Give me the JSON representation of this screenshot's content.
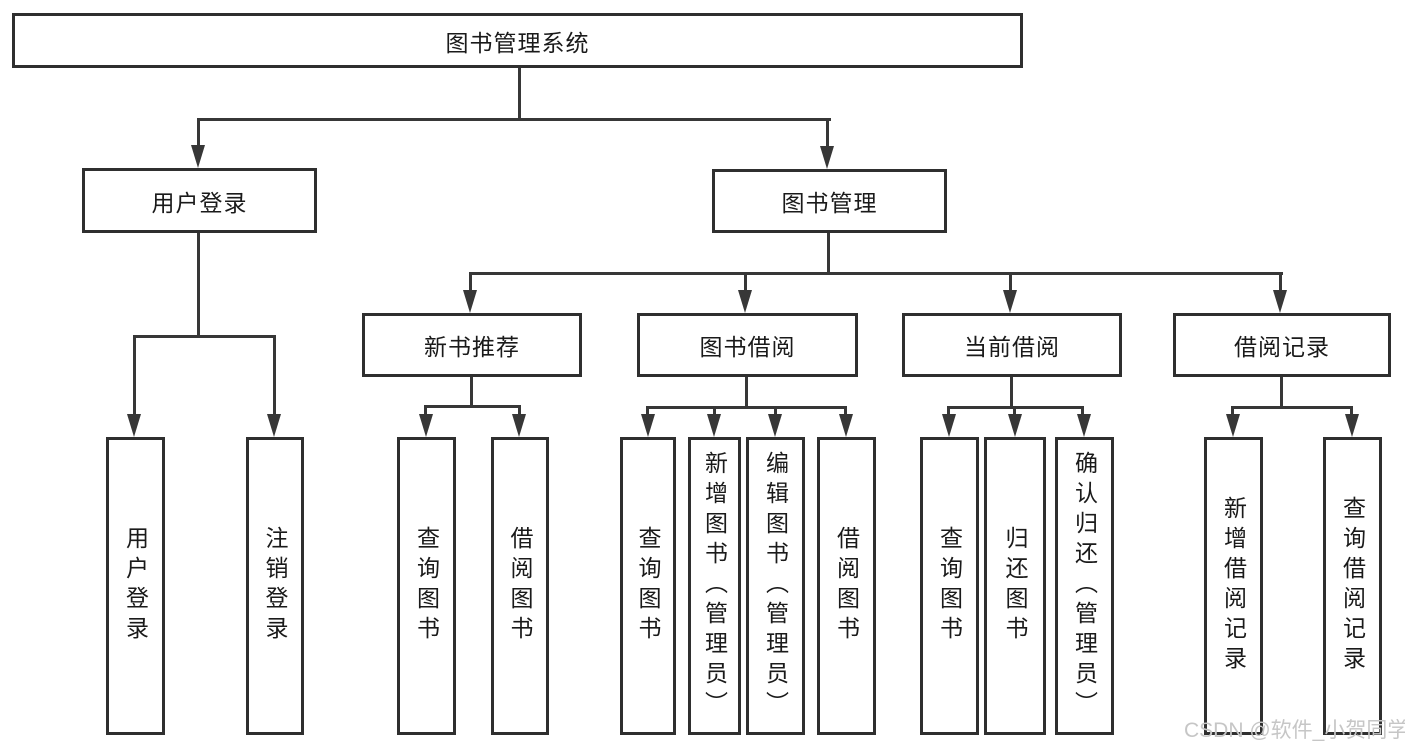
{
  "diagram": {
    "root": {
      "label": "图书管理系统"
    },
    "level2": [
      {
        "label": "用户登录"
      },
      {
        "label": "图书管理"
      }
    ],
    "level3": [
      {
        "label": "新书推荐"
      },
      {
        "label": "图书借阅"
      },
      {
        "label": "当前借阅"
      },
      {
        "label": "借阅记录"
      }
    ],
    "leaves": [
      {
        "label": "用户登录"
      },
      {
        "label": "注销登录"
      },
      {
        "label": "查询图书"
      },
      {
        "label": "借阅图书"
      },
      {
        "label": "查询图书"
      },
      {
        "label": "新增图书（管理员）"
      },
      {
        "label": "编辑图书（管理员）"
      },
      {
        "label": "借阅图书"
      },
      {
        "label": "查询图书"
      },
      {
        "label": "归还图书"
      },
      {
        "label": "确认归还（管理员）"
      },
      {
        "label": "新增借阅记录"
      },
      {
        "label": "查询借阅记录"
      }
    ]
  },
  "watermark": {
    "text": "CSDN @软件_小贺同学"
  },
  "colors": {
    "line": "#373737",
    "border": "#2f2f2f",
    "text": "#1a1a1a",
    "watermark": "#c6c6c6",
    "background": "#ffffff"
  }
}
